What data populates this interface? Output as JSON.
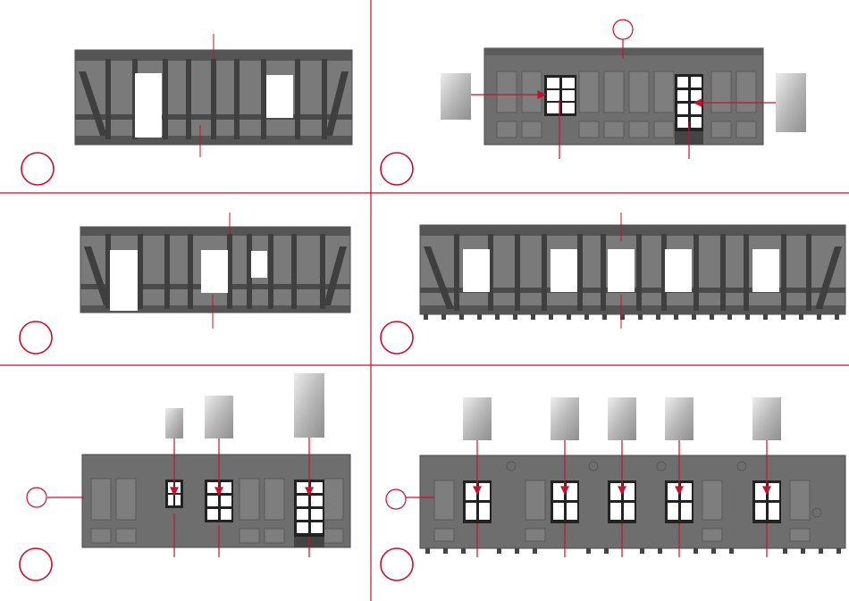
{
  "sheet": {
    "accent_color": "#c8102e",
    "wall_color": "#6e6e6e",
    "timber_color": "#3a3a3a",
    "panel_color": "#7c7c7c",
    "opening_color": "#ffffff",
    "glass_gradient": [
      "#e8e8e8",
      "#9a9a9a"
    ]
  },
  "panels": [
    {
      "id": "panel-1",
      "view": "outside",
      "wall": "half-timbered-wall-small",
      "step_label": ""
    },
    {
      "id": "panel-2",
      "view": "inside",
      "wall": "wall-back-with-windows",
      "step_label": ""
    },
    {
      "id": "panel-3",
      "view": "outside",
      "wall": "half-timbered-wall-three-openings",
      "step_label": ""
    },
    {
      "id": "panel-4",
      "view": "outside",
      "wall": "half-timbered-wall-long",
      "step_label": ""
    },
    {
      "id": "panel-5",
      "view": "inside",
      "wall": "wall-back-three-windows",
      "step_label": ""
    },
    {
      "id": "panel-6",
      "view": "inside",
      "wall": "wall-back-long-five-windows",
      "step_label": ""
    }
  ],
  "callouts": {
    "part_numbers": [
      "",
      "",
      ""
    ],
    "glass_pane_icon": "glass-pane-icon",
    "window_frame_icon": "window-frame-icon"
  }
}
